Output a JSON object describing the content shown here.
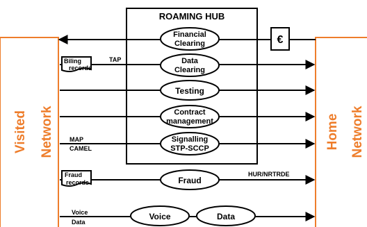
{
  "hub": {
    "title": "ROAMING HUB"
  },
  "services": {
    "financial_clearing": [
      "Financial",
      "Clearing"
    ],
    "data_clearing": [
      "Data",
      "Clearing"
    ],
    "testing": "Testing",
    "contract_management": [
      "Contract",
      "management"
    ],
    "signalling": [
      "Signalling",
      "STP-SCCP"
    ],
    "fraud": "Fraud",
    "voice": "Voice",
    "data": "Data"
  },
  "labels": {
    "billing_records": [
      "Biling",
      "records"
    ],
    "tap": "TAP",
    "map": "MAP",
    "camel": "CAMEL",
    "fraud_records": [
      "Fraud",
      "records"
    ],
    "hur_nrtrde": "HUR/NRTRDE",
    "voice_in": "Voice",
    "data_in": "Data",
    "euro": "€"
  },
  "networks": {
    "visited": [
      "Visited",
      "Network"
    ],
    "home": [
      "Home",
      "Network"
    ]
  },
  "colors": {
    "network_border": "#ee7d2b",
    "line": "#000000"
  }
}
